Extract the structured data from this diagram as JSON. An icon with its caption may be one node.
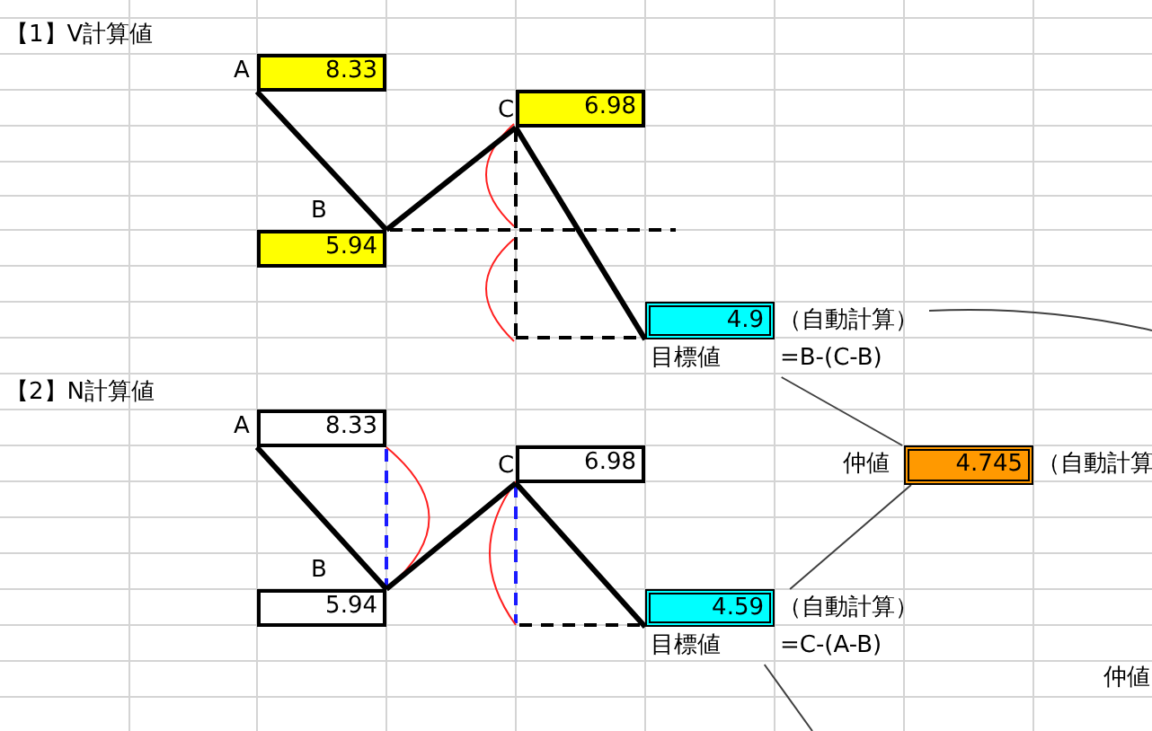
{
  "diagram": {
    "nodes": [
      {
        "text": [
          "8.33"
        ],
        "beside": [
          "A"
        ]
      },
      {
        "text": [
          "5.94"
        ],
        "beside": [
          "B"
        ]
      },
      {
        "text": [
          "6.98"
        ],
        "beside": [
          "C"
        ]
      },
      {
        "text": [
          "4.9"
        ],
        "beside": [
          "（自動計算）",
          "目標値",
          "=B-(C-B)"
        ]
      },
      {
        "text": [
          "8.33"
        ],
        "beside": [
          "A"
        ]
      },
      {
        "text": [
          "5.94"
        ],
        "beside": [
          "B"
        ]
      },
      {
        "text": [
          "6.98"
        ],
        "beside": [
          "C"
        ]
      },
      {
        "text": [
          "4.59"
        ],
        "beside": [
          "（自動計算）",
          "目標値",
          "=C-(A-B)"
        ]
      },
      {
        "text": [
          "4.745"
        ],
        "beside": [
          "仲値",
          "（自動計算"
        ]
      }
    ],
    "edges": [
      {
        "from": 0,
        "to": 1,
        "arrow": "none"
      },
      {
        "from": 1,
        "to": 2,
        "arrow": "none"
      },
      {
        "from": 2,
        "to": 3,
        "arrow": "none"
      },
      {
        "from": 4,
        "to": 5,
        "arrow": "none"
      },
      {
        "from": 5,
        "to": 6,
        "arrow": "none"
      },
      {
        "from": 6,
        "to": 7,
        "arrow": "none"
      },
      {
        "from": 3,
        "to": null,
        "arrow": "none",
        "color": "#404040"
      },
      {
        "from": 3,
        "to": 8,
        "arrow": "none",
        "color": "#404040"
      },
      {
        "from": 8,
        "to": 7,
        "arrow": "none",
        "color": "#404040"
      },
      {
        "from": 7,
        "to": null,
        "arrow": "none",
        "color": "#404040"
      }
    ],
    "labels": [
      "【1】V計算値",
      "【2】N計算値",
      "仲値"
    ]
  }
}
